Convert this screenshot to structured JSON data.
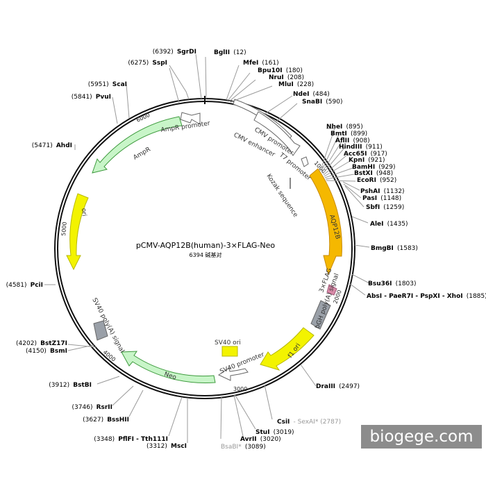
{
  "plasmid": {
    "name": "pCMV-AQP12B(human)-3×FLAG-Neo",
    "length_label": "6394 碱基对",
    "length_bp": 6394
  },
  "ticks": [
    {
      "bp": 1000,
      "label": "1000"
    },
    {
      "bp": 2000,
      "label": "2000"
    },
    {
      "bp": 3000,
      "label": "3000"
    },
    {
      "bp": 4000,
      "label": "4000"
    },
    {
      "bp": 5000,
      "label": "5000"
    },
    {
      "bp": 6000,
      "label": "6000"
    }
  ],
  "sites": [
    {
      "name": "BglII",
      "pos": "(12)"
    },
    {
      "name": "MfeI",
      "pos": "(161)"
    },
    {
      "name": "Bpu10I",
      "pos": "(180)"
    },
    {
      "name": "NruI",
      "pos": "(208)"
    },
    {
      "name": "MluI",
      "pos": "(228)"
    },
    {
      "name": "NdeI",
      "pos": "(484)"
    },
    {
      "name": "SnaBI",
      "pos": "(590)"
    },
    {
      "name": "NheI",
      "pos": "(895)"
    },
    {
      "name": "BmtI",
      "pos": "(899)"
    },
    {
      "name": "AflII",
      "pos": "(908)"
    },
    {
      "name": "HindIII",
      "pos": "(911)"
    },
    {
      "name": "Acc65I",
      "pos": "(917)"
    },
    {
      "name": "KpnI",
      "pos": "(921)"
    },
    {
      "name": "BamHI",
      "pos": "(929)"
    },
    {
      "name": "BstXI",
      "pos": "(948)"
    },
    {
      "name": "EcoRI",
      "pos": "(952)"
    },
    {
      "name": "PshAI",
      "pos": "(1132)"
    },
    {
      "name": "PasI",
      "pos": "(1148)"
    },
    {
      "name": "SbfI",
      "pos": "(1259)"
    },
    {
      "name": "AleI",
      "pos": "(1435)"
    },
    {
      "name": "BmgBI",
      "pos": "(1583)"
    },
    {
      "name": "Bsu36I",
      "pos": "(1803)"
    },
    {
      "name": "AbsI - PaeR7I - PspXI - XhoI",
      "pos": "(1885)"
    },
    {
      "name": "DraIII",
      "pos": "(2497)"
    },
    {
      "name": "CsiI",
      "pos": "",
      "extra": "- SexAI* (2787)"
    },
    {
      "name": "StuI",
      "pos": "(3019)"
    },
    {
      "name": "AvrII",
      "pos": "(3020)"
    },
    {
      "name": "BsaBI*",
      "pos": "(3089)"
    },
    {
      "name": "MscI",
      "pos": "(3312)"
    },
    {
      "name": "PflFI - Tth111I",
      "pos": "(3348)"
    },
    {
      "name": "BssHII",
      "pos": "(3627)"
    },
    {
      "name": "RsrII",
      "pos": "(3746)"
    },
    {
      "name": "BstBI",
      "pos": "(3912)"
    },
    {
      "name": "BsmI",
      "pos": "(4150)"
    },
    {
      "name": "BstZ17I",
      "pos": "(4202)"
    },
    {
      "name": "PciI",
      "pos": "(4581)"
    },
    {
      "name": "AhdI",
      "pos": "(5471)"
    },
    {
      "name": "PvuI",
      "pos": "(5841)"
    },
    {
      "name": "ScaI",
      "pos": "(5951)"
    },
    {
      "name": "SspI",
      "pos": "(6275)"
    },
    {
      "name": "SgrDI",
      "pos": "(6392)"
    }
  ],
  "features": [
    {
      "name": "CMV enhancer",
      "color": "#ffffff"
    },
    {
      "name": "CMV promoter",
      "color": "#ffffff"
    },
    {
      "name": "T7 promoter",
      "color": "#ffffff"
    },
    {
      "name": "Kozak sequence",
      "color": "#888888"
    },
    {
      "name": "AQP12B",
      "color": "#f5b800"
    },
    {
      "name": "3×FLAG",
      "color": "#d88aa8"
    },
    {
      "name": "bGH poly(A) signal",
      "color": "#9aa0a8"
    },
    {
      "name": "f1 ori",
      "color": "#f3f300"
    },
    {
      "name": "SV40 ori",
      "color": "#f3f300"
    },
    {
      "name": "SV40 promoter",
      "color": "#ffffff"
    },
    {
      "name": "Neo",
      "color": "#c8f5c8"
    },
    {
      "name": "SV40 poly(A) signal",
      "color": "#9aa0a8"
    },
    {
      "name": "ori",
      "color": "#f3f300"
    },
    {
      "name": "AmpR",
      "color": "#c8f5c8"
    },
    {
      "name": "AmpR promoter",
      "color": "#ffffff"
    }
  ],
  "watermark": "biogege.com"
}
